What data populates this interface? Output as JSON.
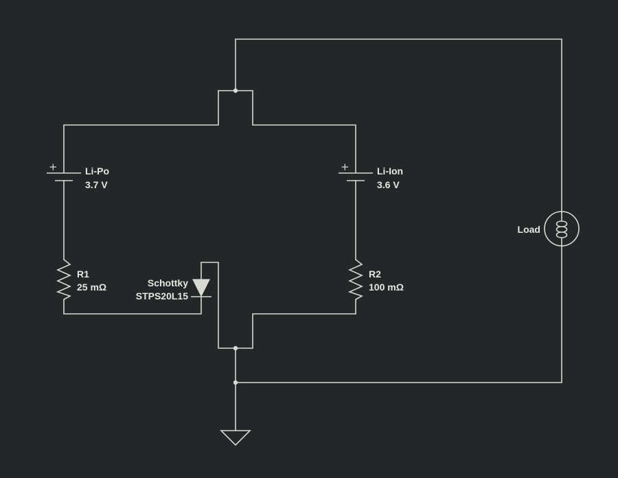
{
  "components": {
    "battery_lipo": {
      "name": "Li-Po",
      "value": "3.7 V",
      "polarity": "+"
    },
    "battery_liion": {
      "name": "Li-Ion",
      "value": "3.6 V",
      "polarity": "+"
    },
    "resistor_r1": {
      "name": "R1",
      "value": "25 mΩ"
    },
    "resistor_r2": {
      "name": "R2",
      "value": "100 mΩ"
    },
    "diode": {
      "type": "Schottky",
      "part": "STPS20L15"
    },
    "load": {
      "name": "Load"
    }
  },
  "colors": {
    "background": "#252628",
    "stroke": "#d9d9d4",
    "text": "#e6e6e2"
  },
  "icons": {
    "battery": "battery-icon",
    "resistor": "resistor-icon",
    "diode": "diode-icon",
    "lamp": "lamp-icon",
    "ground": "ground-icon"
  }
}
